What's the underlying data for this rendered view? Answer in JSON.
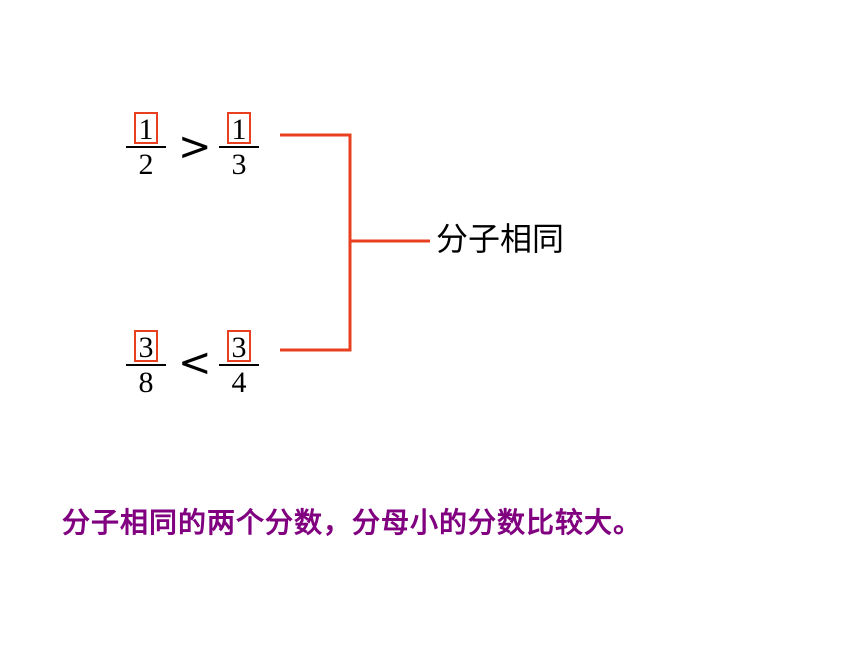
{
  "comparisons": [
    {
      "left": {
        "numerator": "1",
        "denominator": "2"
      },
      "operator": ">",
      "right": {
        "numerator": "1",
        "denominator": "3"
      }
    },
    {
      "left": {
        "numerator": "3",
        "denominator": "8"
      },
      "operator": "<",
      "right": {
        "numerator": "3",
        "denominator": "4"
      }
    }
  ],
  "bracket_label": "分子相同",
  "conclusion": "分子相同的两个分数，分母小的分数比较大。",
  "colors": {
    "highlight": "#e8401e",
    "conclusion_text": "#800080"
  }
}
